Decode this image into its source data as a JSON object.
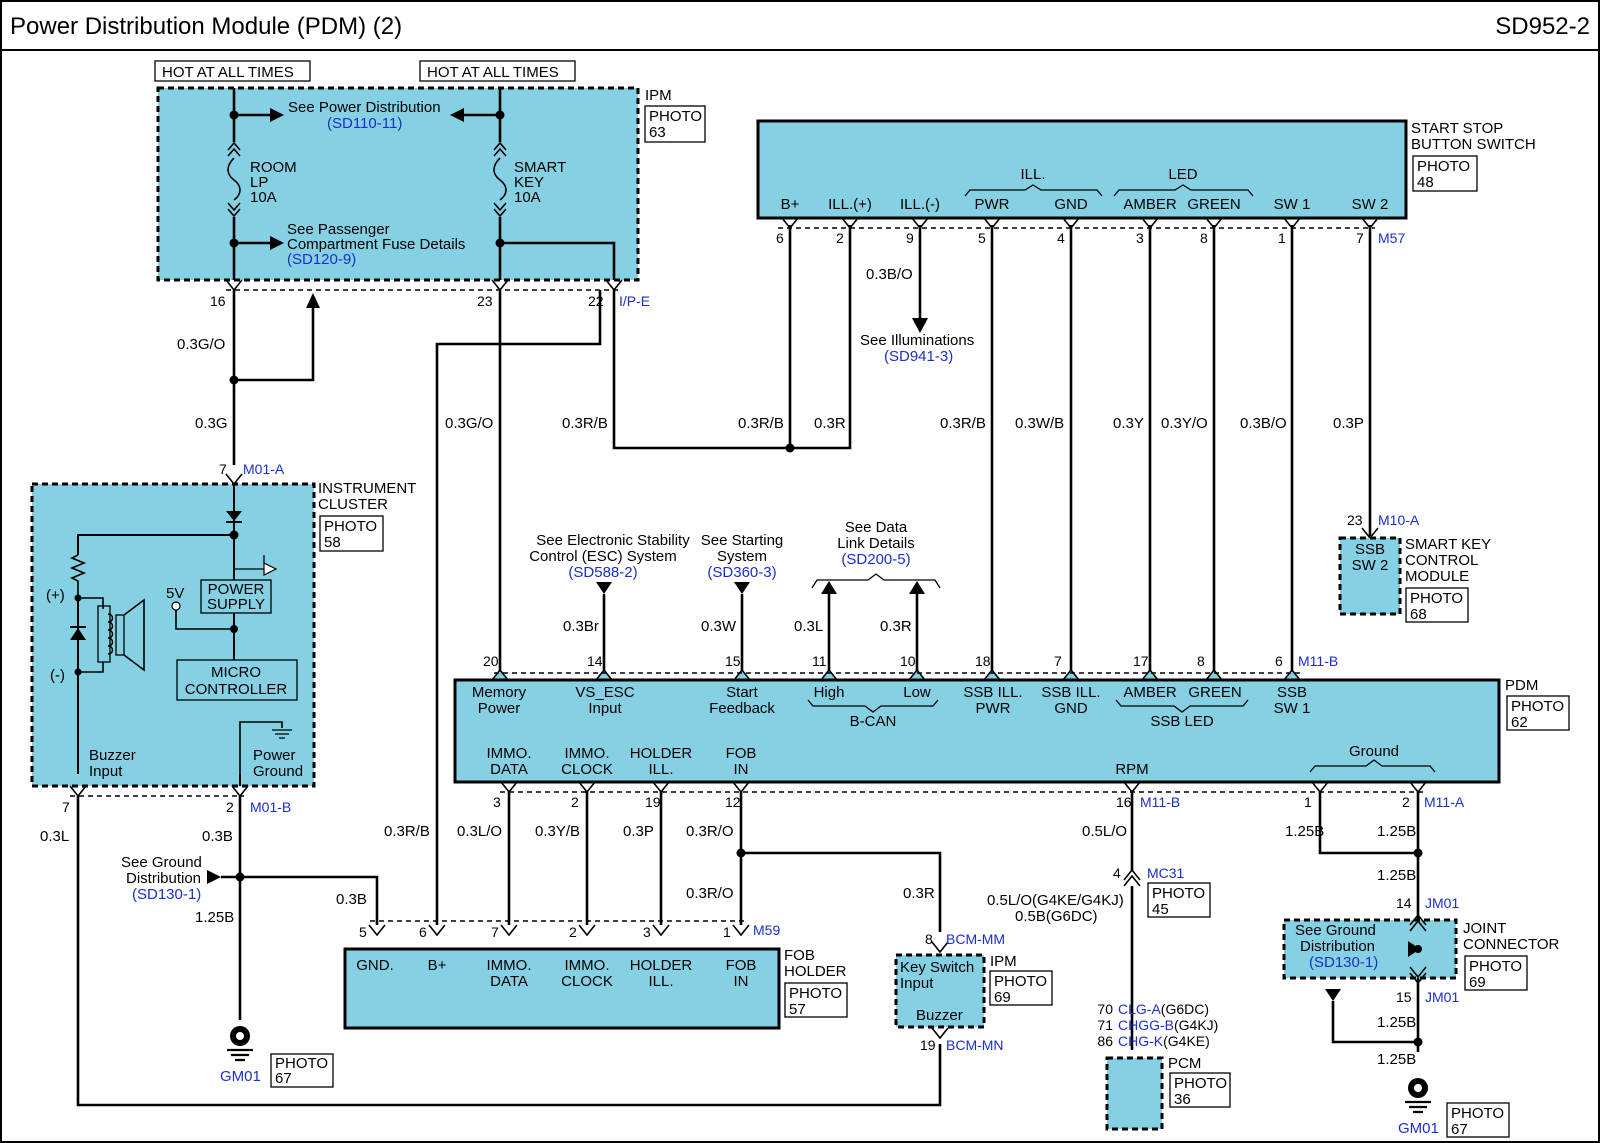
{
  "header": {
    "title": "Power Distribution Module (PDM) (2)",
    "code": "SD952-2"
  },
  "ipm": {
    "hot1": "HOT AT ALL TIMES",
    "hot2": "HOT AT ALL TIMES",
    "name": "IPM",
    "photo": [
      "PHOTO",
      "63"
    ],
    "see_pd": "See Power Distribution",
    "see_pd_ref": "(SD110-11)",
    "fuse1": [
      "ROOM",
      "LP",
      "10A"
    ],
    "fuse2": [
      "SMART",
      "KEY",
      "10A"
    ],
    "see_pc": [
      "See Passenger",
      "Compartment Fuse Details"
    ],
    "see_pc_ref": "(SD120-9)",
    "pins": [
      "16",
      "23",
      "22"
    ],
    "conn": "I/P-E"
  },
  "ssb": {
    "name": [
      "START STOP",
      "BUTTON SWITCH"
    ],
    "photo": [
      "PHOTO",
      "48"
    ],
    "ill": "ILL.",
    "led": "LED",
    "labels": [
      "B+",
      "ILL.(+)",
      "ILL.(-)",
      "PWR",
      "GND",
      "AMBER",
      "GREEN",
      "SW 1",
      "SW 2"
    ],
    "pins": [
      "6",
      "2",
      "9",
      "5",
      "4",
      "3",
      "8",
      "1",
      "7"
    ],
    "conn": "M57"
  },
  "illum": {
    "wire": "0.3B/O",
    "see": "See Illuminations",
    "ref": "(SD941-3)"
  },
  "wires": {
    "g_o": "0.3G/O",
    "g": "0.3G",
    "g_o2": "0.3G/O",
    "r_b1": "0.3R/B",
    "r_b2": "0.3R/B",
    "r": "0.3R",
    "r_b3": "0.3R/B",
    "w_b": "0.3W/B",
    "y": "0.3Y",
    "y_o": "0.3Y/O",
    "b_o": "0.3B/O",
    "p": "0.3P"
  },
  "cluster": {
    "name": [
      "INSTRUMENT",
      "CLUSTER"
    ],
    "photo": [
      "PHOTO",
      "58"
    ],
    "pin_top": "7",
    "conn_top": "M01-A",
    "plus": "(+)",
    "minus": "(-)",
    "v5": "5V",
    "power_supply": [
      "POWER",
      "SUPPLY"
    ],
    "micro": [
      "MICRO",
      "CONTROLLER"
    ],
    "buzzer": [
      "Buzzer",
      "Input"
    ],
    "pground": [
      "Power",
      "Ground"
    ],
    "pins_bot": [
      "7",
      "2"
    ],
    "conn_bot": "M01-B"
  },
  "ground_left": {
    "see": [
      "See Ground",
      "Distribution"
    ],
    "ref": "(SD130-1)",
    "w1": "0.3L",
    "w2": "0.3B",
    "w3": "0.3B",
    "w4": "1.25B",
    "gm": "GM01",
    "photo": [
      "PHOTO",
      "67"
    ]
  },
  "refs": {
    "esc": [
      "See Electronic Stability",
      "Control (ESC) System"
    ],
    "esc_ref": "(SD588-2)",
    "start": [
      "See Starting",
      "System"
    ],
    "start_ref": "(SD360-3)",
    "data": [
      "See Data",
      "Link Details"
    ],
    "data_ref": "(SD200-5)",
    "w_br": "0.3Br",
    "w_w": "0.3W",
    "w_l": "0.3L",
    "w_r": "0.3R"
  },
  "smartkey": {
    "pin": "23",
    "conn": "M10-A",
    "box": [
      "SSB",
      "SW 2"
    ],
    "name": [
      "SMART KEY",
      "CONTROL",
      "MODULE"
    ],
    "photo": [
      "PHOTO",
      "68"
    ]
  },
  "pdm": {
    "name": "PDM",
    "photo": [
      "PHOTO",
      "62"
    ],
    "top_pins": [
      "20",
      "14",
      "15",
      "11",
      "10",
      "18",
      "7",
      "17",
      "8",
      "6"
    ],
    "conn_top": "M11-B",
    "l_mem": [
      "Memory",
      "Power"
    ],
    "l_vs": [
      "VS_ESC",
      "Input"
    ],
    "l_start": [
      "Start",
      "Feedback"
    ],
    "l_high": "High",
    "l_low": "Low",
    "bcan": "B-CAN",
    "l_ssbpwr": [
      "SSB ILL.",
      "PWR"
    ],
    "l_ssbgnd": [
      "SSB ILL.",
      "GND"
    ],
    "l_amber": "AMBER",
    "l_green": "GREEN",
    "ssbled": "SSB LED",
    "l_sw1": [
      "SSB",
      "SW 1"
    ],
    "l_immod": [
      "IMMO.",
      "DATA"
    ],
    "l_immoc": [
      "IMMO.",
      "CLOCK"
    ],
    "l_holder": [
      "HOLDER",
      "ILL."
    ],
    "l_fob": [
      "FOB",
      "IN"
    ],
    "l_rpm": "RPM",
    "l_ground": "Ground",
    "bot_pins": [
      "3",
      "2",
      "19",
      "12",
      "16",
      "1",
      "2"
    ],
    "conn_bot1": "M11-B",
    "conn_bot2": "M11-A"
  },
  "bottom_wires": {
    "r_b": "0.3R/B",
    "l_o": "0.3L/O",
    "y_b": "0.3Y/B",
    "p": "0.3P",
    "r_o1": "0.3R/O",
    "r_o2": "0.3R/O",
    "r": "0.3R"
  },
  "fob": {
    "name": [
      "FOB",
      "HOLDER"
    ],
    "photo": [
      "PHOTO",
      "57"
    ],
    "pins": [
      "5",
      "6",
      "7",
      "2",
      "3",
      "1"
    ],
    "conn": "M59",
    "labels": [
      "GND.",
      "B+",
      "IMMO.",
      "DATA",
      "IMMO.",
      "CLOCK",
      "HOLDER",
      "ILL.",
      "FOB",
      "IN"
    ]
  },
  "ipm2": {
    "pin_top": "8",
    "conn_top": "BCM-MM",
    "ks": [
      "Key Switch",
      "Input"
    ],
    "buzzer": "Buzzer",
    "name": "IPM",
    "photo": [
      "PHOTO",
      "69"
    ],
    "pin_bot": "19",
    "conn_bot": "BCM-MN"
  },
  "rpm": {
    "w1": "0.5L/O",
    "pin": "4",
    "conn": "MC31",
    "photo": [
      "PHOTO",
      "45"
    ],
    "w2": "0.5L/O(G4KE/G4KJ)",
    "w3": "0.5B(G6DC)",
    "pcm_pins": [
      "70",
      "71",
      "86"
    ],
    "pcm_conns": [
      "CLG-A",
      "CHGG-B",
      "CHG-K"
    ],
    "pcm_eng": [
      "(G6DC)",
      "(G4KJ)",
      "(G4KE)"
    ],
    "pcm": "PCM",
    "pcm_photo": [
      "PHOTO",
      "36"
    ]
  },
  "ground_right": {
    "w1": "1.25B",
    "w2": "1.25B",
    "w3": "1.25B",
    "w4": "1.25B",
    "w5": "1.25B",
    "pin1": "14",
    "conn1": "JM01",
    "pin2": "15",
    "conn2": "JM01",
    "see": [
      "See Ground",
      "Distribution"
    ],
    "ref": "(SD130-1)",
    "jc": [
      "JOINT",
      "CONNECTOR"
    ],
    "jc_photo": [
      "PHOTO",
      "69"
    ],
    "gm": "GM01",
    "photo": [
      "PHOTO",
      "67"
    ]
  }
}
